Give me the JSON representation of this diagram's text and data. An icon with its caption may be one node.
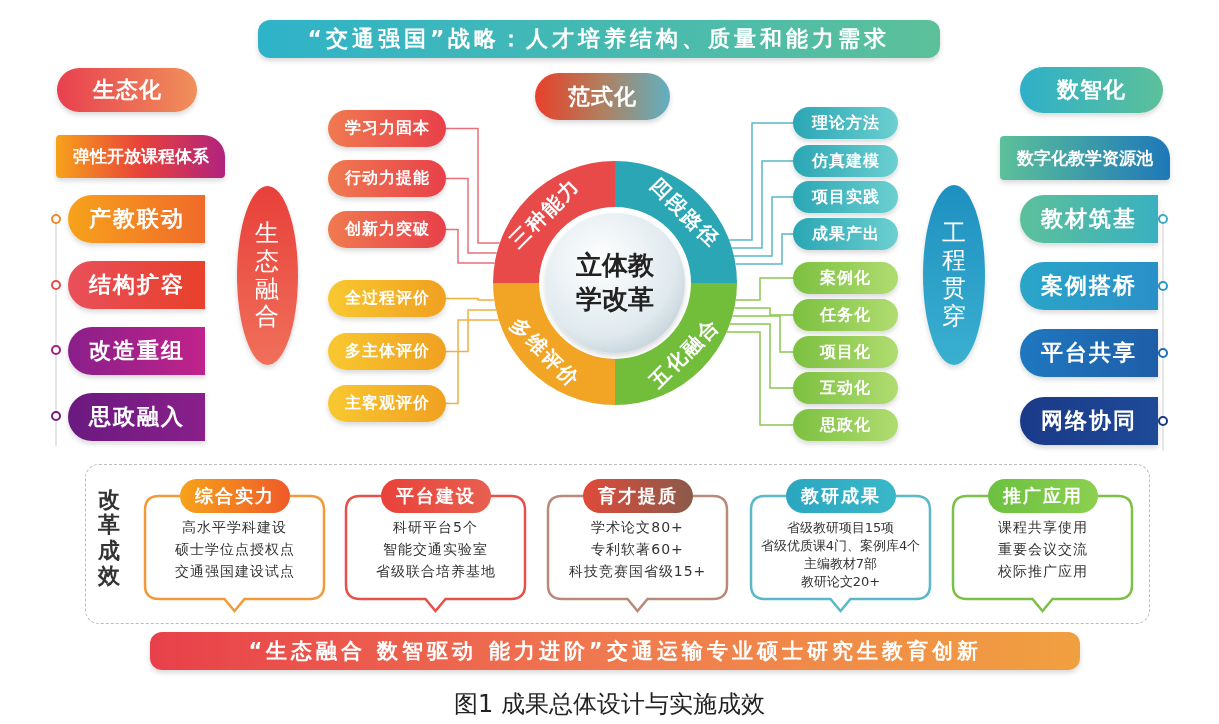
{
  "diagram": {
    "caption": "图1 成果总体设计与实施成效",
    "nodes": [
      {
        "text": [
          "“交通强国”战略：人才培养结构、质量和能力需求"
        ]
      },
      {
        "text": [
          "生态化"
        ]
      },
      {
        "text": [
          "弹性开放课程体系"
        ]
      },
      {
        "text": [
          "产教联动"
        ]
      },
      {
        "text": [
          "结构扩容"
        ]
      },
      {
        "text": [
          "改造重组"
        ]
      },
      {
        "text": [
          "思政融入"
        ]
      },
      {
        "text": [
          "生态融合"
        ]
      },
      {
        "text": [
          "范式化"
        ]
      },
      {
        "text": [
          "学习力固本"
        ]
      },
      {
        "text": [
          "行动力提能"
        ]
      },
      {
        "text": [
          "创新力突破"
        ]
      },
      {
        "text": [
          "全过程评价"
        ]
      },
      {
        "text": [
          "多主体评价"
        ]
      },
      {
        "text": [
          "主客观评价"
        ]
      },
      {
        "text": [
          "立体教学改革"
        ]
      },
      {
        "text": [
          "三种能力"
        ]
      },
      {
        "text": [
          "四段路径"
        ]
      },
      {
        "text": [
          "多维评价"
        ]
      },
      {
        "text": [
          "五化融合"
        ]
      },
      {
        "text": [
          "理论方法"
        ]
      },
      {
        "text": [
          "仿真建模"
        ]
      },
      {
        "text": [
          "项目实践"
        ]
      },
      {
        "text": [
          "成果产出"
        ]
      },
      {
        "text": [
          "案例化"
        ]
      },
      {
        "text": [
          "任务化"
        ]
      },
      {
        "text": [
          "项目化"
        ]
      },
      {
        "text": [
          "互动化"
        ]
      },
      {
        "text": [
          "思政化"
        ]
      },
      {
        "text": [
          "工程贯穿"
        ]
      },
      {
        "text": [
          "数智化"
        ]
      },
      {
        "text": [
          "数字化教学资源池"
        ]
      },
      {
        "text": [
          "教材筑基"
        ]
      },
      {
        "text": [
          "案例搭桥"
        ]
      },
      {
        "text": [
          "平台共享"
        ]
      },
      {
        "text": [
          "网络协同"
        ]
      },
      {
        "text": [
          "改革成效"
        ]
      },
      {
        "text": [
          "综合实力",
          "高水平学科建设",
          "硕士学位点授权点",
          "交通强国建设试点"
        ],
        "in": 36
      },
      {
        "text": [
          "平台建设",
          "科研平台5个",
          "智能交通实验室",
          "省级联合培养基地"
        ],
        "in": 36
      },
      {
        "text": [
          "育才提质",
          "学术论文80+",
          "专利软著60+",
          "科技竞赛国省级15+"
        ],
        "in": 36
      },
      {
        "text": [
          "教研成果",
          "省级教研项目15项",
          "省级优质课4门、案例库4个",
          "主编教材7部",
          "教研论文20+"
        ],
        "in": 36
      },
      {
        "text": [
          "推广应用",
          "课程共享使用",
          "重要会议交流",
          "校际推广应用"
        ],
        "in": 36
      },
      {
        "text": [
          "“生态融合 数智驱动 能力进阶”交通运输专业硕士研究生教育创新"
        ]
      }
    ],
    "edges": [
      {
        "from": 9,
        "to": 16,
        "arrow": "none",
        "color": "#e8707a"
      },
      {
        "from": 10,
        "to": 16,
        "arrow": "none",
        "color": "#e8707a"
      },
      {
        "from": 11,
        "to": 16,
        "arrow": "none",
        "color": "#e8707a"
      },
      {
        "from": 12,
        "to": 18,
        "arrow": "none",
        "color": "#f0b040"
      },
      {
        "from": 13,
        "to": 18,
        "arrow": "none",
        "color": "#f0b040"
      },
      {
        "from": 14,
        "to": 18,
        "arrow": "none",
        "color": "#f0b040"
      },
      {
        "from": 20,
        "to": 17,
        "arrow": "none",
        "color": "#5ab8c8"
      },
      {
        "from": 21,
        "to": 17,
        "arrow": "none",
        "color": "#5ab8c8"
      },
      {
        "from": 22,
        "to": 17,
        "arrow": "none",
        "color": "#5ab8c8"
      },
      {
        "from": 23,
        "to": 17,
        "arrow": "none",
        "color": "#5ab8c8"
      },
      {
        "from": 24,
        "to": 19,
        "arrow": "none",
        "color": "#8cc850"
      },
      {
        "from": 25,
        "to": 19,
        "arrow": "none",
        "color": "#8cc850"
      },
      {
        "from": 26,
        "to": 19,
        "arrow": "none",
        "color": "#8cc850"
      },
      {
        "from": 27,
        "to": 19,
        "arrow": "none",
        "color": "#8cc850"
      },
      {
        "from": 28,
        "to": 19,
        "arrow": "none",
        "color": "#8cc850"
      }
    ]
  }
}
